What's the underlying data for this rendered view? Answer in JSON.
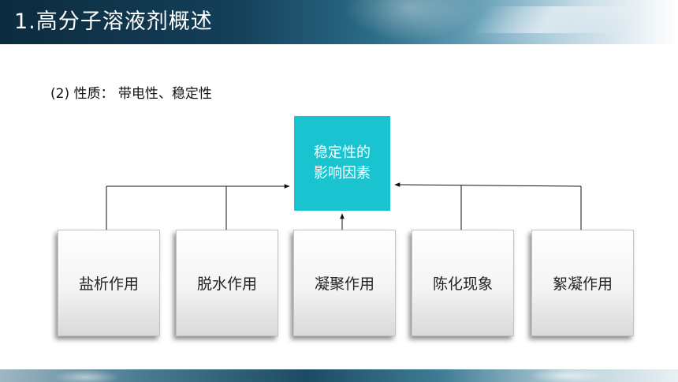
{
  "header": {
    "title": "1.高分子溶液剂概述"
  },
  "content": {
    "subtitle": "(2) 性质： 带电性、稳定性",
    "center": {
      "line1": "稳定性的",
      "line2": "影响因素"
    },
    "factors": [
      {
        "label": "盐析作用"
      },
      {
        "label": "脱水作用"
      },
      {
        "label": "凝聚作用"
      },
      {
        "label": "陈化现象"
      },
      {
        "label": "絮凝作用"
      }
    ]
  },
  "colors": {
    "center_box": "#19c3cf",
    "banner_dark": "#0c2b3e",
    "text": "#111111"
  }
}
